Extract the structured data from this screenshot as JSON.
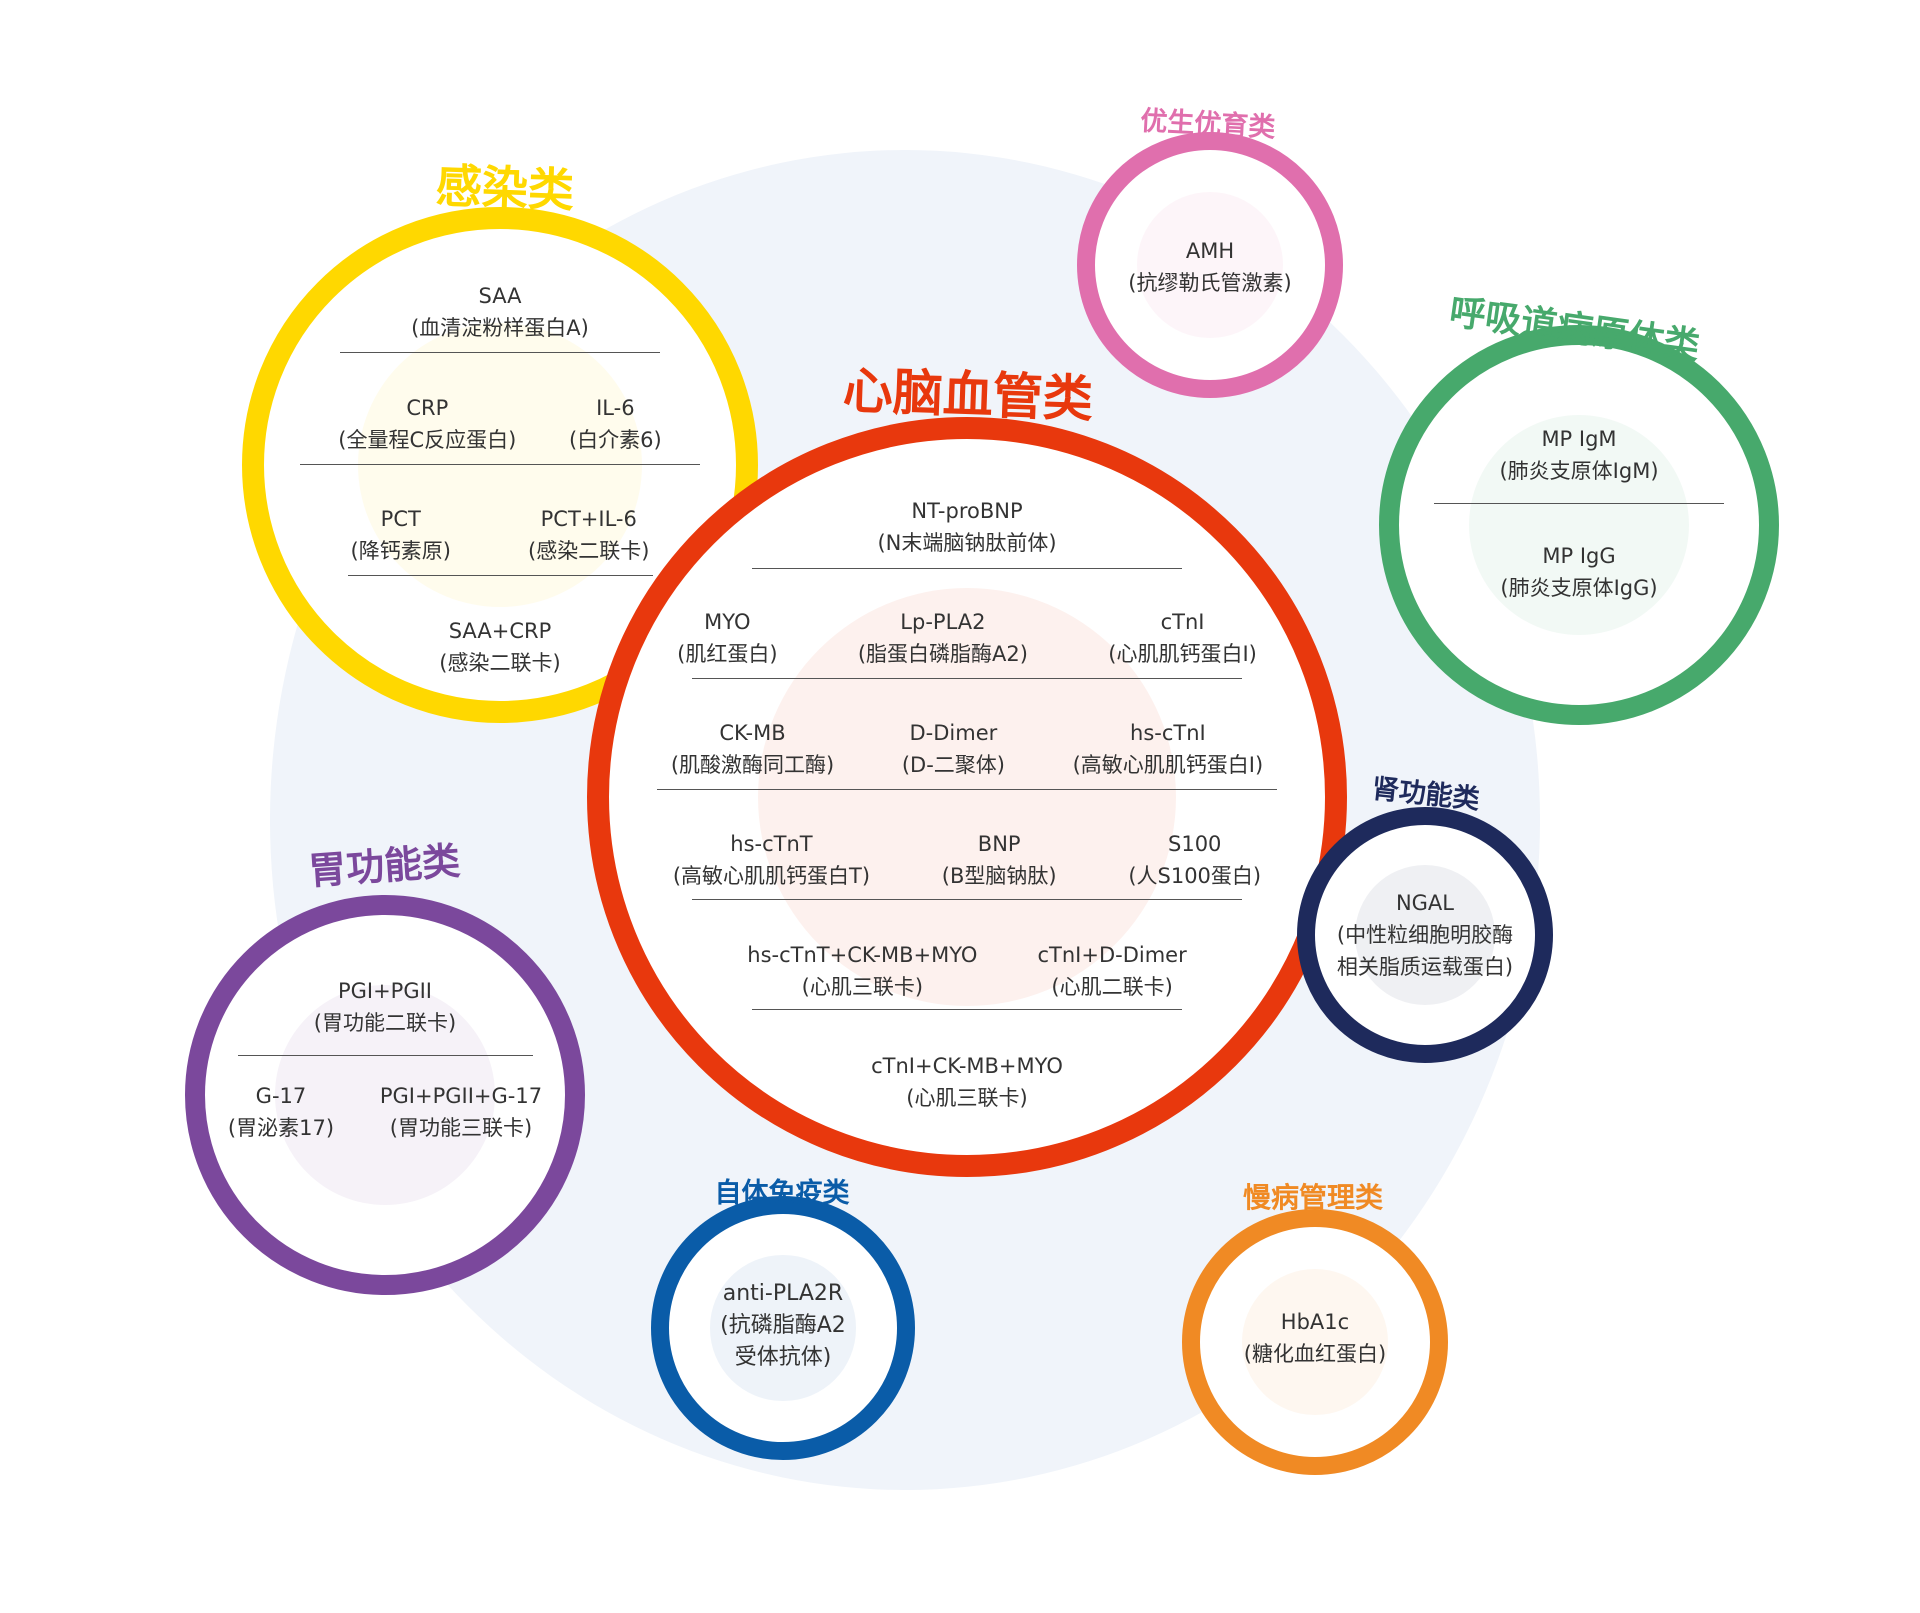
{
  "categories": {
    "infection": {
      "title": "感染类",
      "color": "#ffd800",
      "rows": [
        [
          {
            "name": "SAA",
            "desc": "(血清淀粉样蛋白A)"
          }
        ],
        [
          {
            "name": "CRP",
            "desc": "(全量程C反应蛋白)"
          },
          {
            "name": "IL-6",
            "desc": "(白介素6)"
          }
        ],
        [
          {
            "name": "PCT",
            "desc": "(降钙素原)"
          },
          {
            "name": "PCT+IL-6",
            "desc": "(感染二联卡)"
          }
        ],
        [
          {
            "name": "SAA+CRP",
            "desc": "(感染二联卡)"
          }
        ]
      ]
    },
    "eugenics": {
      "title": "优生优育类",
      "color": "#e06fad",
      "rows": [
        [
          {
            "name": "AMH",
            "desc": "(抗缪勒氏管激素)"
          }
        ]
      ]
    },
    "respiratory": {
      "title": "呼吸道病原体类",
      "color": "#47a96c",
      "rows": [
        [
          {
            "name": "MP IgM",
            "desc": "(肺炎支原体IgM)"
          }
        ],
        [
          {
            "name": "MP IgG",
            "desc": "(肺炎支原体IgG)"
          }
        ]
      ]
    },
    "cardio": {
      "title": "心脑血管类",
      "color": "#e8380d",
      "rows": [
        [
          {
            "name": "NT-proBNP",
            "desc": "(N末端脑钠肽前体)"
          }
        ],
        [
          {
            "name": "MYO",
            "desc": "(肌红蛋白)"
          },
          {
            "name": "Lp-PLA2",
            "desc": "(脂蛋白磷脂酶A2)"
          },
          {
            "name": "cTnI",
            "desc": "(心肌肌钙蛋白I)"
          }
        ],
        [
          {
            "name": "CK-MB",
            "desc": "(肌酸激酶同工酶)"
          },
          {
            "name": "D-Dimer",
            "desc": "(D-二聚体)"
          },
          {
            "name": "hs-cTnI",
            "desc": "(高敏心肌肌钙蛋白I)"
          }
        ],
        [
          {
            "name": "hs-cTnT",
            "desc": "(高敏心肌肌钙蛋白T)"
          },
          {
            "name": "BNP",
            "desc": "(B型脑钠肽)"
          },
          {
            "name": "S100",
            "desc": "(人S100蛋白)"
          }
        ],
        [
          {
            "name": "hs-cTnT+CK-MB+MYO",
            "desc": "(心肌三联卡)"
          },
          {
            "name": "cTnI+D-Dimer",
            "desc": "(心肌二联卡)"
          }
        ],
        [
          {
            "name": "cTnI+CK-MB+MYO",
            "desc": "(心肌三联卡)"
          }
        ]
      ]
    },
    "kidney": {
      "title": "肾功能类",
      "color": "#1e2a5c",
      "rows": [
        [
          {
            "name": "NGAL",
            "desc": "(中性粒细胞明胶酶",
            "desc2": "相关脂质运载蛋白)"
          }
        ]
      ]
    },
    "stomach": {
      "title": "胃功能类",
      "color": "#7b489c",
      "rows": [
        [
          {
            "name": "PGI+PGII",
            "desc": "(胃功能二联卡)"
          }
        ],
        [
          {
            "name": "G-17",
            "desc": "(胃泌素17)"
          },
          {
            "name": "PGI+PGII+G-17",
            "desc": "(胃功能三联卡)"
          }
        ]
      ]
    },
    "autoimmune": {
      "title": "自体免疫类",
      "color": "#0a5ca8",
      "rows": [
        [
          {
            "name": "anti-PLA2R",
            "desc": "(抗磷脂酶A2",
            "desc2": "受体抗体)"
          }
        ]
      ]
    },
    "chronic": {
      "title": "慢病管理类",
      "color": "#f08a24",
      "rows": [
        [
          {
            "name": "HbA1c",
            "desc": "(糖化血红蛋白)"
          }
        ]
      ]
    }
  }
}
